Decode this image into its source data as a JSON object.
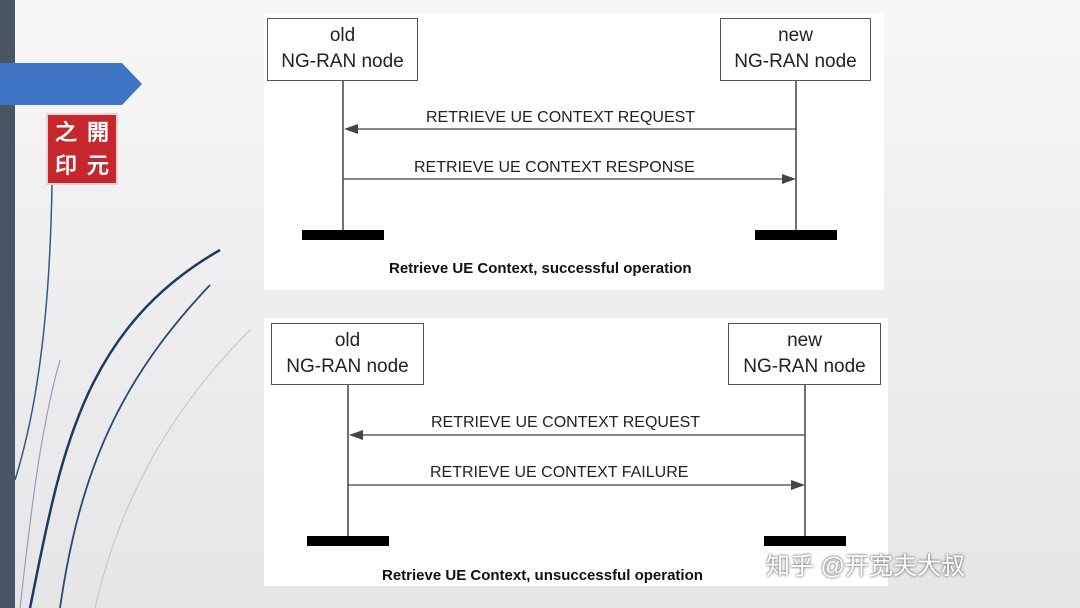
{
  "seal": {
    "chars": [
      "之",
      "開",
      "印",
      "元"
    ]
  },
  "diagram_success": {
    "left_node": {
      "line1": "old",
      "line2": "NG-RAN node"
    },
    "right_node": {
      "line1": "new",
      "line2": "NG-RAN node"
    },
    "messages": [
      {
        "label": "RETRIEVE UE CONTEXT REQUEST",
        "direction": "right-to-left"
      },
      {
        "label": "RETRIEVE UE CONTEXT RESPONSE",
        "direction": "left-to-right"
      }
    ],
    "caption": "Retrieve UE Context, successful operation"
  },
  "diagram_failure": {
    "left_node": {
      "line1": "old",
      "line2": "NG-RAN node"
    },
    "right_node": {
      "line1": "new",
      "line2": "NG-RAN node"
    },
    "messages": [
      {
        "label": "RETRIEVE UE CONTEXT REQUEST",
        "direction": "right-to-left"
      },
      {
        "label": "RETRIEVE UE CONTEXT FAILURE",
        "direction": "left-to-right"
      }
    ],
    "caption": "Retrieve UE Context, unsuccessful operation"
  },
  "watermark": "知乎 @开宽夫大叔",
  "colors": {
    "sidebar": "#4a5564",
    "tab": "#3d74c4",
    "seal": "#c8262d"
  }
}
